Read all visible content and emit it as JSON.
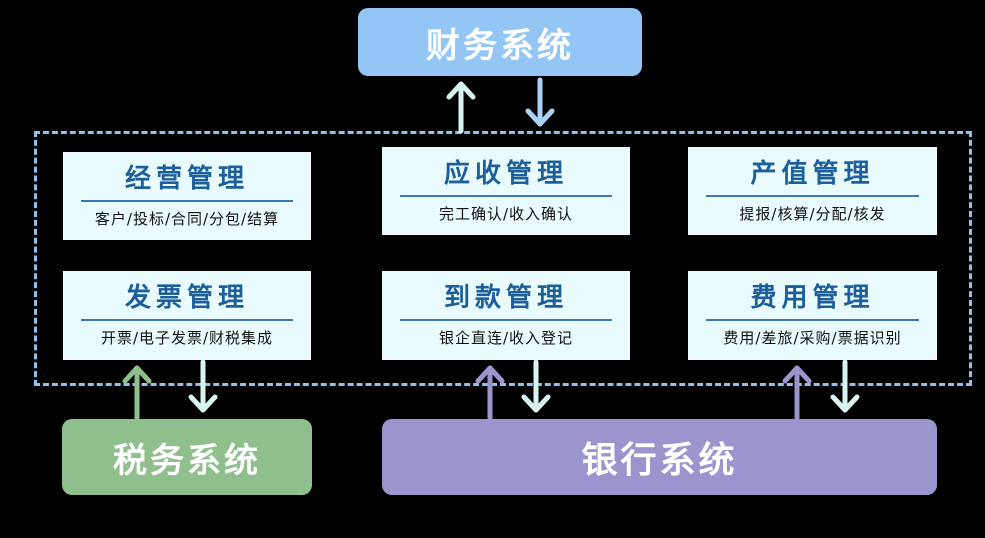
{
  "systems": {
    "finance": "财务系统",
    "tax": "税务系统",
    "bank": "银行系统"
  },
  "modules": {
    "operation": {
      "title": "经营管理",
      "subtitle": "客户/投标/合同/分包/结算"
    },
    "receivable": {
      "title": "应收管理",
      "subtitle": "完工确认/收入确认"
    },
    "output": {
      "title": "产值管理",
      "subtitle": "提报/核算/分配/核发"
    },
    "invoice": {
      "title": "发票管理",
      "subtitle": "开票/电子发票/财税集成"
    },
    "payment": {
      "title": "到款管理",
      "subtitle": "银企直连/收入登记"
    },
    "expense": {
      "title": "费用管理",
      "subtitle": "费用/差旅/采购/票据识别"
    }
  },
  "colors": {
    "background": "#000000",
    "finance": "#93c6f5",
    "tax": "#8fbf8c",
    "bank": "#9a96cd",
    "module_fill": "#e9fbfd",
    "module_title": "#1d5f9a",
    "frame": "#90c0ee",
    "arrow_light": "#d8f4f0",
    "arrow_blue": "#a9d2f7",
    "arrow_green": "#8fbf8c",
    "arrow_purple": "#9a96cd"
  }
}
